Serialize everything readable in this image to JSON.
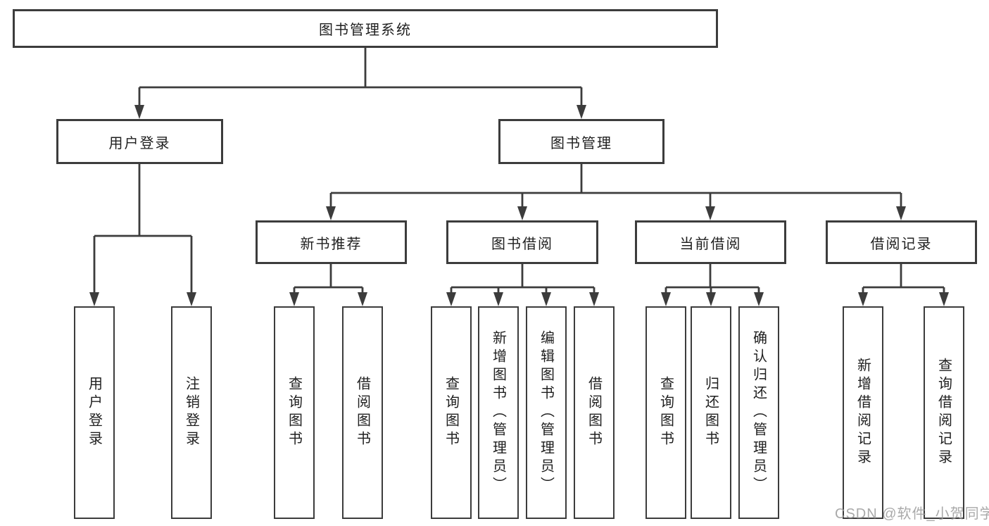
{
  "tree": {
    "root": {
      "label": "图书管理系统"
    },
    "children": [
      {
        "label": "用户登录",
        "children": [
          {
            "label": "用户登录"
          },
          {
            "label": "注销登录"
          }
        ]
      },
      {
        "label": "图书管理",
        "children": [
          {
            "label": "新书推荐",
            "children": [
              {
                "label": "查询图书"
              },
              {
                "label": "借阅图书"
              }
            ]
          },
          {
            "label": "图书借阅",
            "children": [
              {
                "label": "查询图书"
              },
              {
                "label": "新增图书（管理员）"
              },
              {
                "label": "编辑图书（管理员）"
              },
              {
                "label": "借阅图书"
              }
            ]
          },
          {
            "label": "当前借阅",
            "children": [
              {
                "label": "查询图书"
              },
              {
                "label": "归还图书"
              },
              {
                "label": "确认归还（管理员）"
              }
            ]
          },
          {
            "label": "借阅记录",
            "children": [
              {
                "label": "新增借阅记录"
              },
              {
                "label": "查询借阅记录"
              }
            ]
          }
        ]
      }
    ]
  },
  "watermark": {
    "text": "CSDN @软件_小贺同学",
    "color": "#9b9b9b"
  },
  "colors": {
    "line": "#3c3c3c",
    "box_border": "#3c3c3c",
    "text": "#1f1f1f"
  }
}
